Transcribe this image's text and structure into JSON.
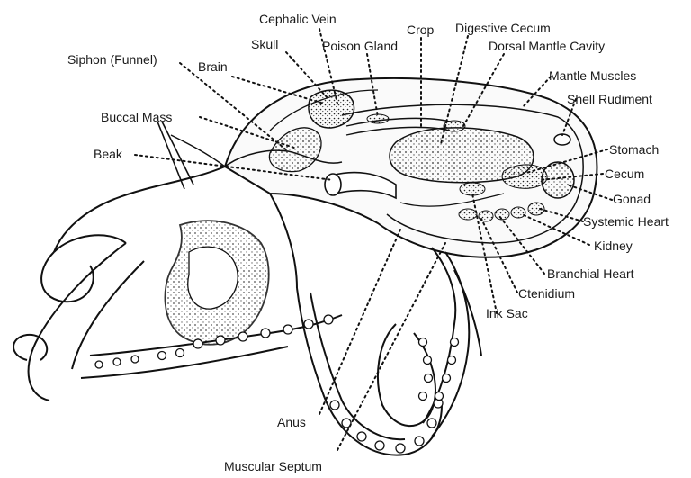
{
  "diagram": {
    "labels": {
      "cephalic_vein": "Cephalic Vein",
      "crop": "Crop",
      "digestive_cecum": "Digestive Cecum",
      "skull": "Skull",
      "poison_gland": "Poison Gland",
      "dorsal_mantle_cavity": "Dorsal Mantle Cavity",
      "siphon": "Siphon (Funnel)",
      "brain": "Brain",
      "mantle_muscles": "Mantle Muscles",
      "shell_rudiment": "Shell Rudiment",
      "buccal_mass": "Buccal Mass",
      "beak": "Beak",
      "stomach": "Stomach",
      "cecum": "Cecum",
      "gonad": "Gonad",
      "systemic_heart": "Systemic Heart",
      "kidney": "Kidney",
      "branchial_heart": "Branchial Heart",
      "ctenidium": "Ctenidium",
      "ink_sac": "Ink Sac",
      "anus": "Anus",
      "muscular_septum": "Muscular Septum"
    }
  }
}
